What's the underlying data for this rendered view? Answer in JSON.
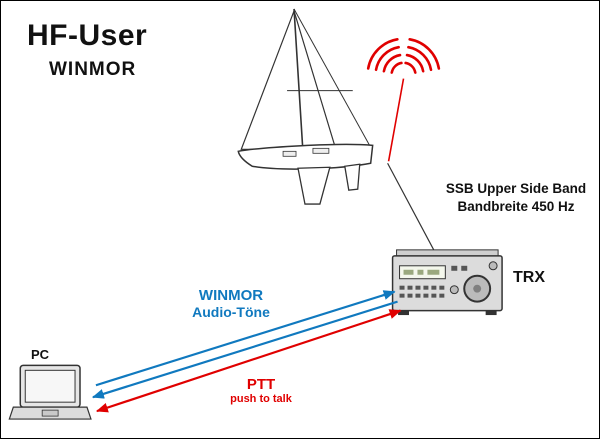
{
  "diagram": {
    "title": "HF-User",
    "subtitle": "WINMOR",
    "antenna_note": {
      "ssb_line1": "SSB Upper Side Band",
      "ssb_line2": "Bandbreite 450 Hz"
    },
    "transceiver": {
      "label": "TRX"
    },
    "computer": {
      "label": "PC"
    },
    "audio_link": {
      "line1": "WINMOR",
      "line2": "Audio-Töne",
      "color": "#1079bf"
    },
    "ptt_link": {
      "line1": "PTT",
      "line2": "push to talk",
      "color": "#e00000"
    },
    "colors": {
      "rf_waves": "#e00000",
      "antenna_wire": "#e00000",
      "feedline": "#333333",
      "device_fill": "#dcdcdc",
      "outline": "#333333"
    },
    "icons": {
      "rf_waves_icon": "radio-wave-arcs",
      "sailboat_icon": "sailboat",
      "transceiver_icon": "hf-transceiver",
      "laptop_icon": "laptop"
    }
  }
}
